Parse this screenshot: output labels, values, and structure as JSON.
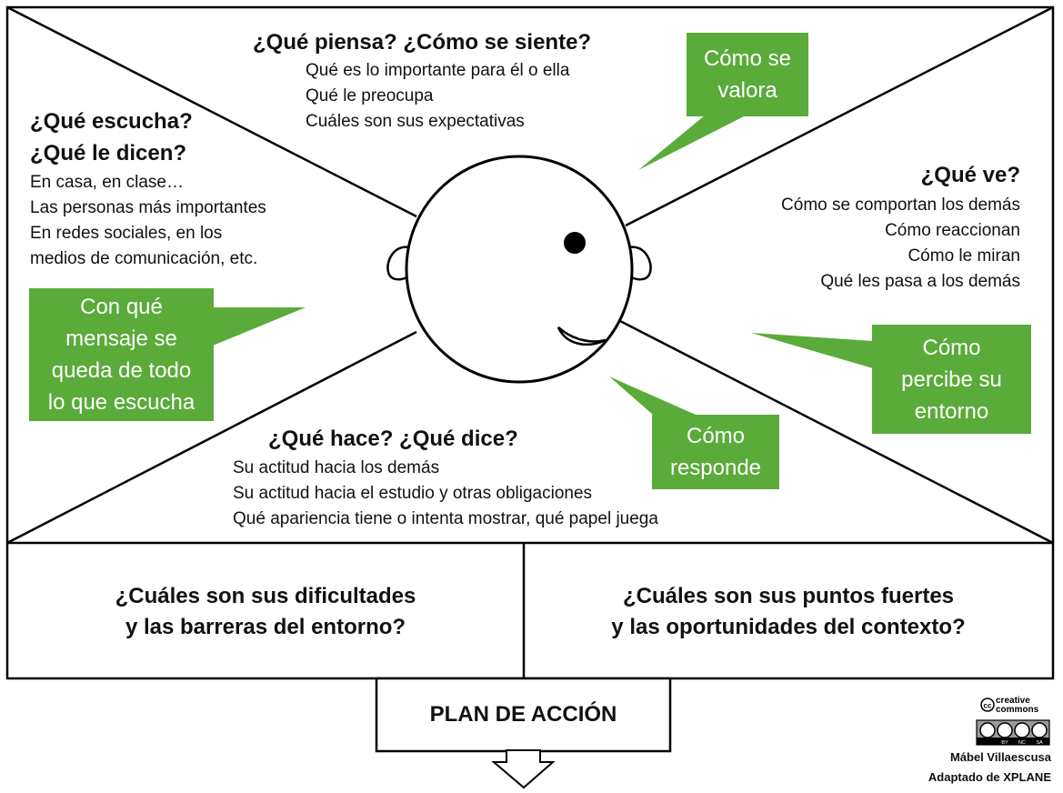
{
  "colors": {
    "bubble": "#5aab3a",
    "line": "#000000"
  },
  "top": {
    "title": "¿Qué piensa? ¿Cómo se siente?",
    "lines": [
      "Qué es lo importante para él o ella",
      "Qué le preocupa",
      "Cuáles son sus expectativas"
    ],
    "bubble": [
      "Cómo se",
      "valora"
    ]
  },
  "left": {
    "title": [
      "¿Qué escucha?",
      "¿Qué le dicen?"
    ],
    "lines": [
      "En casa, en clase…",
      "Las personas más importantes",
      "En redes sociales, en los",
      "medios de comunicación, etc."
    ],
    "bubble": [
      "Con qué",
      "mensaje se",
      "queda de todo",
      "lo que escucha"
    ]
  },
  "right": {
    "title": "¿Qué ve?",
    "lines": [
      "Cómo se comportan los demás",
      "Cómo reaccionan",
      "Cómo le miran",
      "Qué les pasa a los demás"
    ],
    "bubble": [
      "Cómo",
      "percibe su",
      "entorno"
    ]
  },
  "bottom": {
    "title": "¿Qué hace? ¿Qué dice?",
    "lines": [
      "Su actitud hacia los demás",
      "Su actitud hacia el estudio y otras obligaciones",
      "Qué apariencia tiene o intenta mostrar, qué papel juega"
    ],
    "bubble": [
      "Cómo",
      "responde"
    ]
  },
  "panels": {
    "difficulties": [
      "¿Cuáles son sus dificultades",
      "y las barreras del entorno?"
    ],
    "strengths": [
      "¿Cuáles son sus puntos fuertes",
      "y las oportunidades del contexto?"
    ]
  },
  "action": {
    "label": "PLAN DE ACCIÓN"
  },
  "credits": {
    "license_logo": "creative commons BY NC SA",
    "author": "Mábel Villaescusa",
    "adapted": "Adaptado de XPLANE"
  }
}
